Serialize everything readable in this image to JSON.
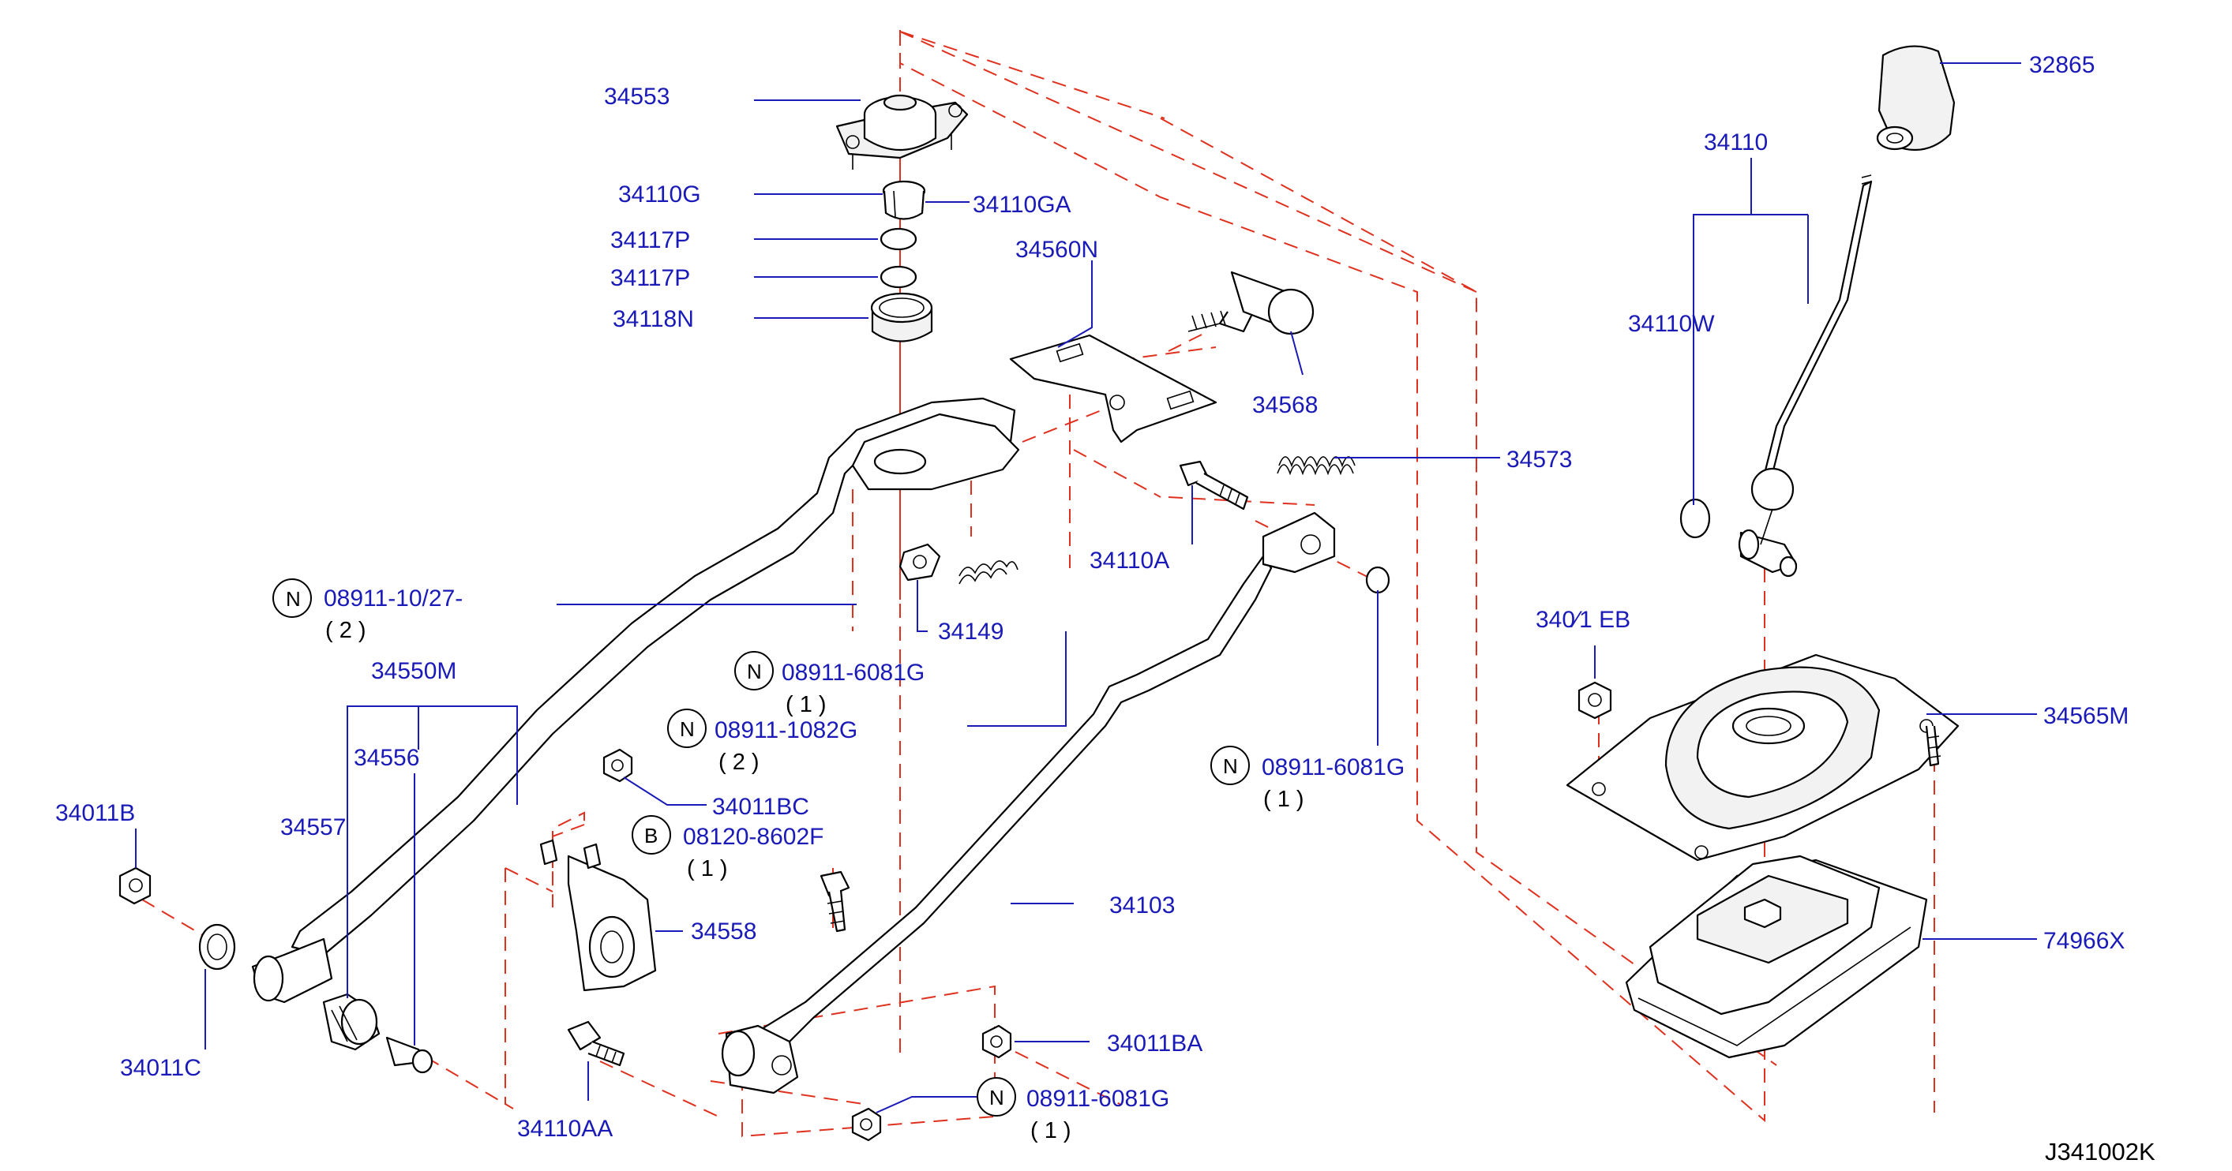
{
  "diagram_code": "J341002K",
  "labels": {
    "p34553": "34553",
    "p34110G": "34110G",
    "p34110GA": "34110GA",
    "p34117P_a": "34117P",
    "p34117P_b": "34117P",
    "p34118N": "34118N",
    "p34560N": "34560N",
    "p34568": "34568",
    "p34573": "34573",
    "p34110A": "34110A",
    "p34149": "34149",
    "p34550M": "34550M",
    "p34556": "34556",
    "p34557": "34557",
    "p34011B": "34011B",
    "p34011C": "34011C",
    "p34011BC": "34011BC",
    "p34558": "34558",
    "p34110AA": "34110AA",
    "p34103": "34103",
    "p34011BA": "34011BA",
    "p32865": "32865",
    "p34110": "34110",
    "p34110W": "34110W",
    "p34011EB": "340⁄1 EB",
    "p34565M": "34565M",
    "p74966X": "74966X"
  },
  "callouts": {
    "c1": {
      "marker": "N",
      "part": "08911-10/27-",
      "qty": "( 2 )"
    },
    "c2": {
      "marker": "N",
      "part": "08911-6081G",
      "qty": "( 1 )"
    },
    "c3": {
      "marker": "N",
      "part": "08911-1082G",
      "qty": "( 2 )"
    },
    "c4": {
      "marker": "B",
      "part": "08120-8602F",
      "qty": "( 1 )"
    },
    "c5": {
      "marker": "N",
      "part": "08911-6081G",
      "qty": "( 1 )"
    },
    "c6": {
      "marker": "N",
      "part": "08911-6081G",
      "qty": "( 1 )"
    }
  },
  "colors": {
    "label": "#1a1ab8",
    "guide": "#e0301e",
    "outline": "#000000"
  }
}
